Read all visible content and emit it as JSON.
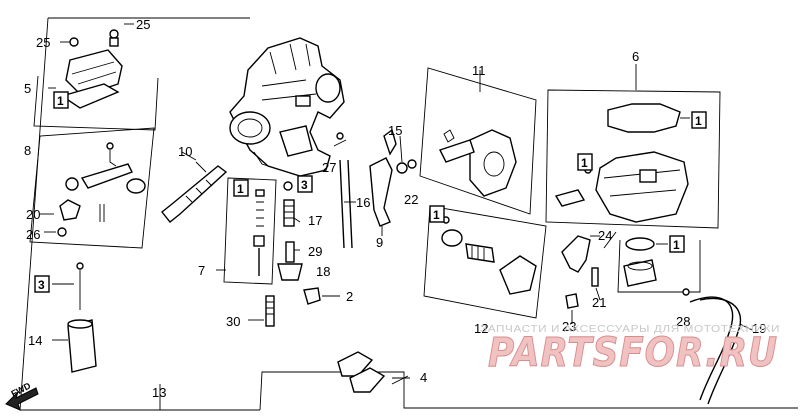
{
  "callouts": [
    "1",
    "2",
    "3",
    "4",
    "5",
    "6",
    "7",
    "8",
    "9",
    "10",
    "11",
    "12",
    "13",
    "14",
    "15",
    "16",
    "17",
    "18",
    "19",
    "20",
    "21",
    "22",
    "23",
    "24",
    "25",
    "26",
    "27",
    "28",
    "29",
    "30"
  ],
  "boxed_labels": {
    "one": "1",
    "three": "3"
  },
  "fwd_label": "FWD",
  "watermark": {
    "caption": "ЗАПЧАСТИ И АКСЕССУАРЫ ДЛЯ МОТОТЕХНИКИ",
    "logo": "PARTSFOR.RU"
  },
  "colors": {
    "line": "#000000",
    "watermark_fill": "#f0c2c2",
    "watermark_stroke": "#d98c8c",
    "caption": "#c8c8c8"
  }
}
